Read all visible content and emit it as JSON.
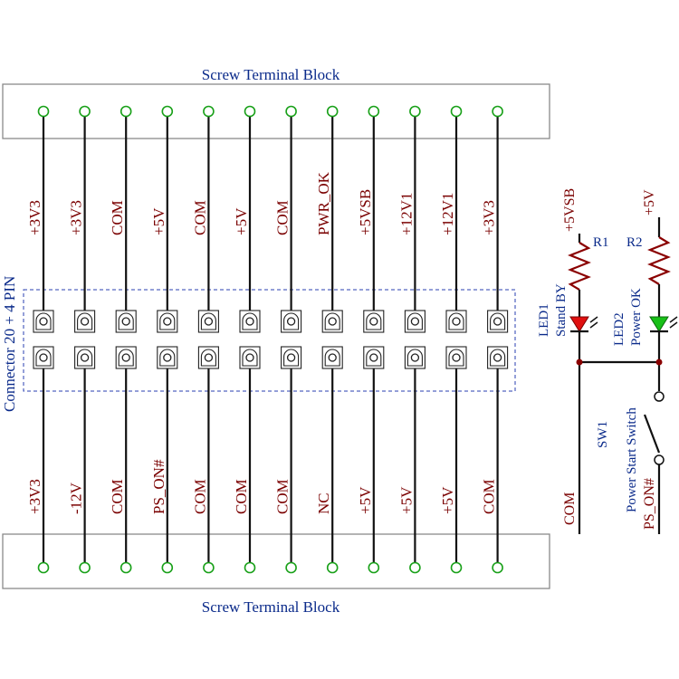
{
  "top_block": {
    "title": "Screw Terminal  Block"
  },
  "bottom_block": {
    "title": "Screw Terminal  Block"
  },
  "connector": {
    "label": "Connector 20 + 4 PIN"
  },
  "top_pins": [
    "+3V3",
    "+3V3",
    "COM",
    "+5V",
    "COM",
    "+5V",
    "COM",
    "PWR_OK",
    "+5VSB",
    "+12V1",
    "+12V1",
    "+3V3"
  ],
  "bottom_pins": [
    "+3V3",
    "-12V",
    "COM",
    "PS_ON#",
    "COM",
    "COM",
    "COM",
    "NC",
    "+5V",
    "+5V",
    "+5V",
    "COM"
  ],
  "circuit": {
    "rail1": "+5VSB",
    "rail2": "+5V",
    "r1": "R1",
    "r2": "R2",
    "led1_ref": "LED1",
    "led1_desc": "Stand BY",
    "led2_ref": "LED2",
    "led2_desc": "Power OK",
    "sw_ref": "SW1",
    "sw_desc": "Power Start Switch",
    "com_label": "COM",
    "pson_label": "PS_ON#",
    "led1_color": "#e01010",
    "led2_color": "#18c018"
  }
}
